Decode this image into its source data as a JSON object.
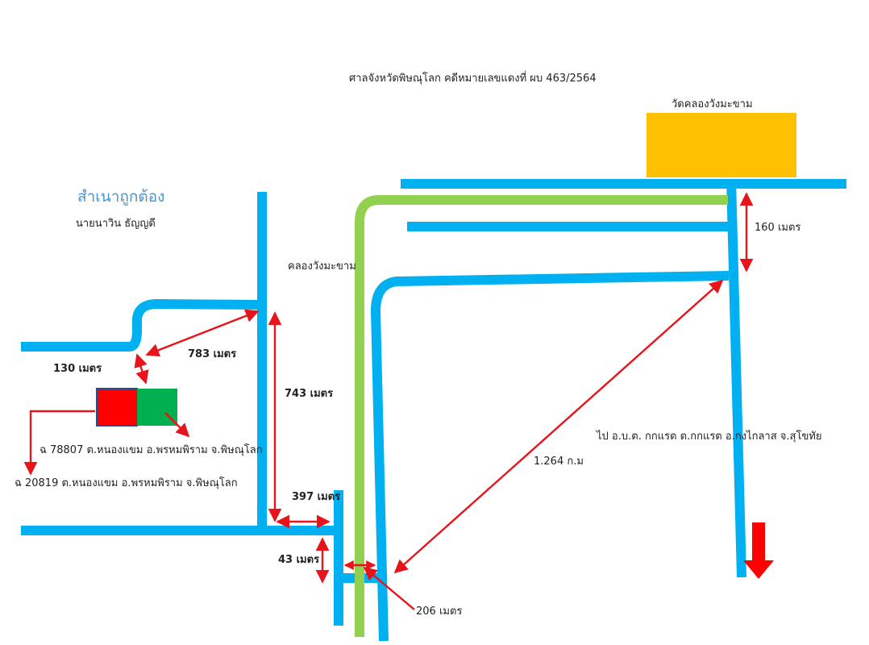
{
  "title": "ศาลจังหวัดพิษณุโลก  คดีหมายเลขแดงที่ ผบ  463/2564",
  "stamp": {
    "heading": "สำเนาถูกต้อง",
    "name": "นายนาวิน  ธัญญดี"
  },
  "temple": {
    "label": "วัดคลองวังมะขาม"
  },
  "canal": {
    "label": "คลองวังมะขาม"
  },
  "destination": "ไป อ.บ.ต. กกแรต   ต.กกแรต  อ.กงไกลาส   จ.สุโขทัย",
  "plots": {
    "deed_1": "ฉ 78807 ต.หนองแขม  อ.พรหมพิราม  จ.พิษณุโลก",
    "deed_2": "ฉ 20819 ต.หนองแขม  อ.พรหมพิราม  จ.พิษณุโลก"
  },
  "distances": {
    "d160": "160  เมตร",
    "d130": "130  เมตร",
    "d783": "783  เมตร",
    "d743": "743  เมตร",
    "d397": "397  เมตร",
    "d43": "43  เมตร",
    "d206": "206  เมตร",
    "d1264": "1.264  ก.ม"
  },
  "colors": {
    "road": "#00b0f0",
    "canal": "#92d050",
    "temple": "#ffc000",
    "plot_red": "#ff0000",
    "plot_green": "#00b050",
    "arrow": "#e8141b",
    "stamp": "#4f93c9"
  }
}
